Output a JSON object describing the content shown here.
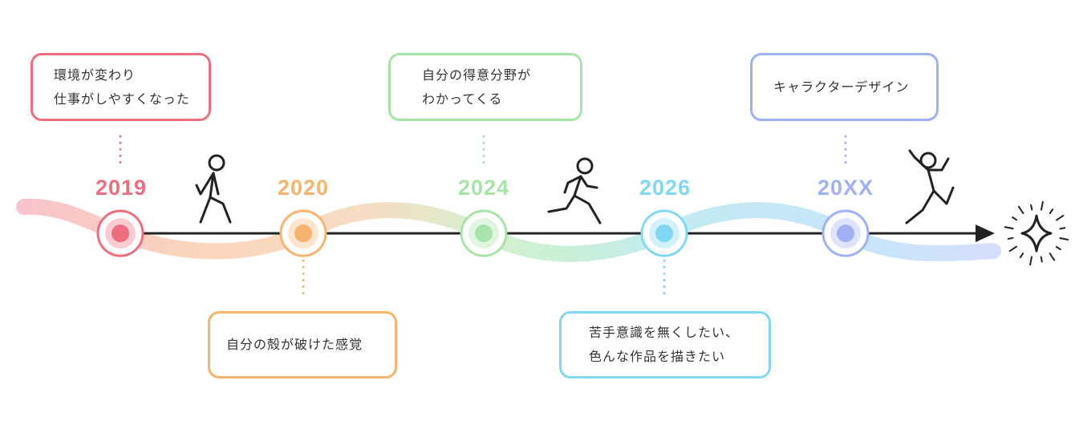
{
  "milestones": [
    {
      "year": "2019",
      "color": "#ee6e7f",
      "lines": [
        "環境が変わり",
        "仕事がしやすくなった"
      ]
    },
    {
      "year": "2020",
      "color": "#f8b36f",
      "lines": [
        "自分の殻が破けた感覚"
      ]
    },
    {
      "year": "2024",
      "color": "#a8e4a8",
      "lines": [
        "自分の得意分野が",
        "わかってくる"
      ]
    },
    {
      "year": "2026",
      "color": "#80d8f5",
      "lines": [
        "苦手意識を無くしたい、",
        "色んな作品を描きたい"
      ]
    },
    {
      "year": "20XX",
      "color": "#9fb1f4",
      "lines": [
        "キャラクターデザイン"
      ]
    }
  ]
}
